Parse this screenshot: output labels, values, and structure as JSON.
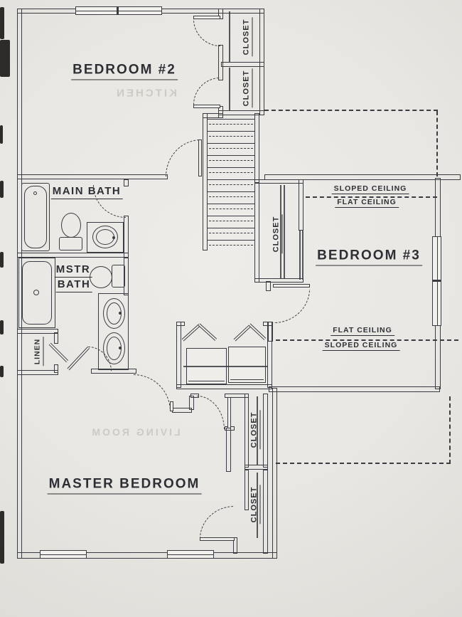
{
  "drawing": {
    "paper_color": "#e9e7e3",
    "ink_color": "#3b3c42"
  },
  "rooms": {
    "bedroom2": "BEDROOM #2",
    "bedroom3": "BEDROOM #3",
    "master_bedroom": "MASTER BEDROOM",
    "main_bath": "MAIN BATH",
    "mstr_bath_line1": "MSTR",
    "mstr_bath_line2": "BATH",
    "linen": "LINEN",
    "closet": "CLOSET"
  },
  "ceiling_notes": {
    "top_above": "SLOPED CEILING",
    "top_below": "FLAT CEILING",
    "bottom_above": "FLAT CEILING",
    "bottom_below": "SLOPED CEILING"
  },
  "ghost_text": {
    "kitchen": "KITCHEN",
    "living_room": "LIVING ROOM"
  }
}
